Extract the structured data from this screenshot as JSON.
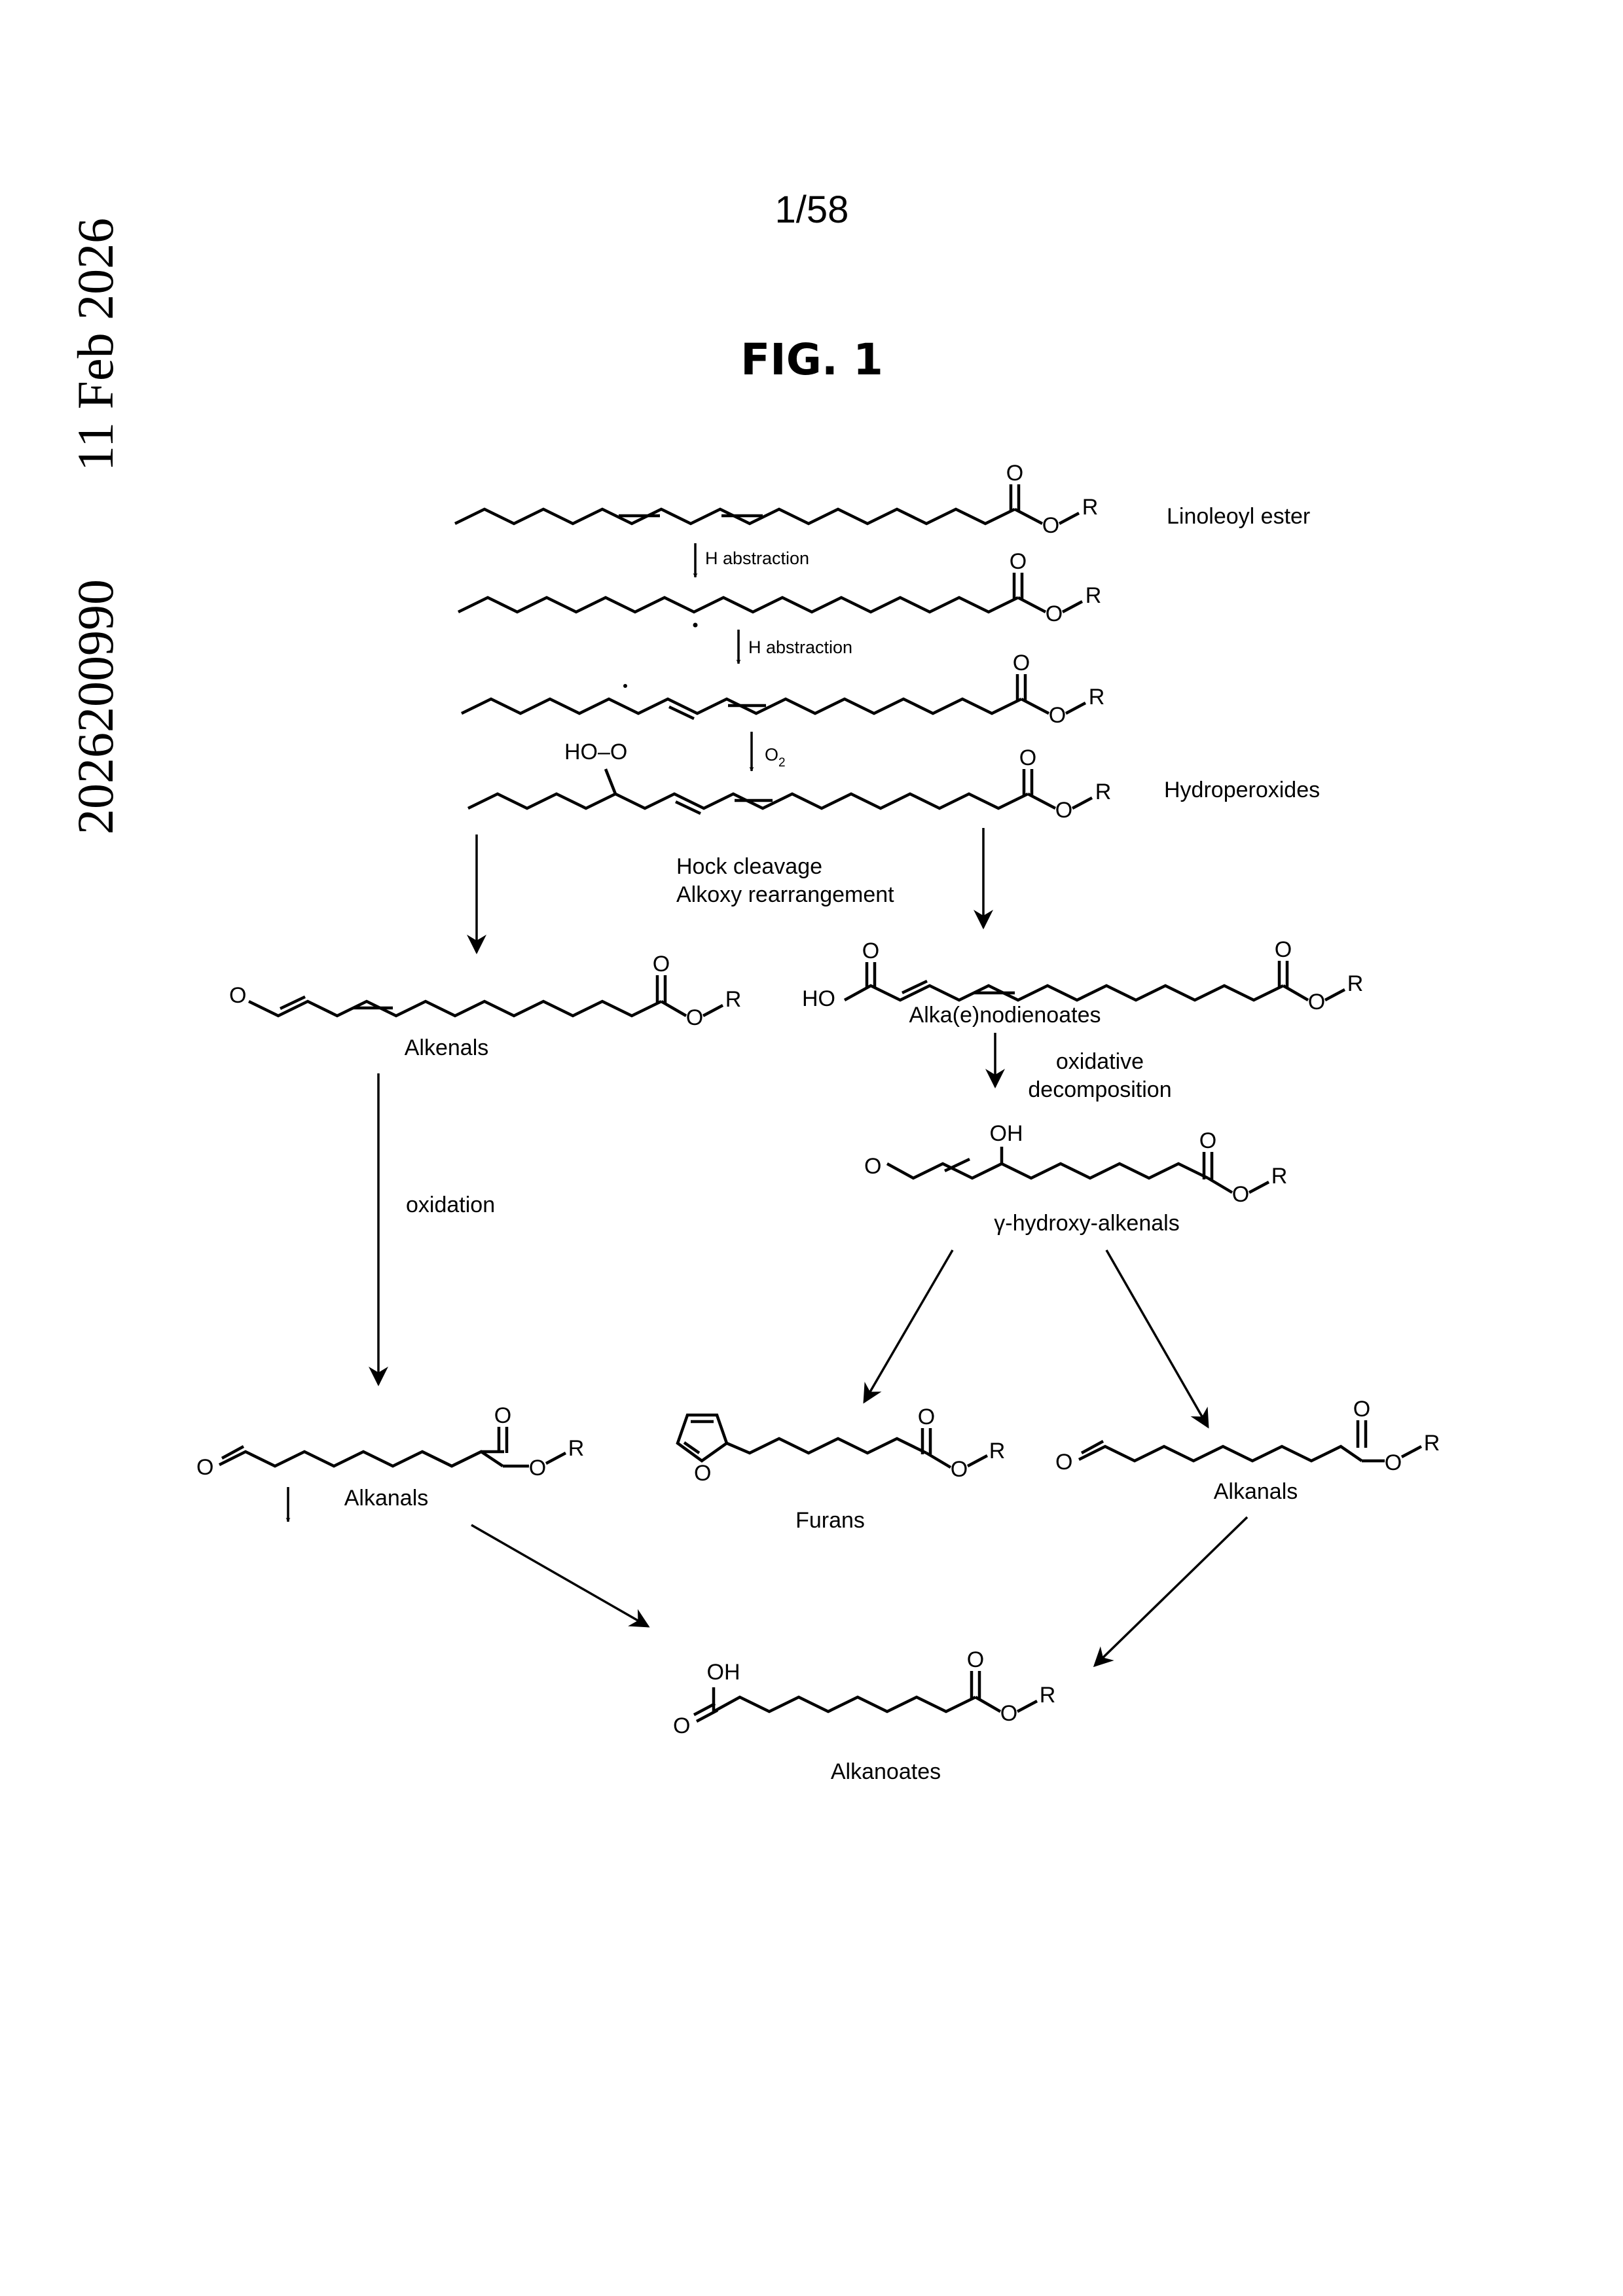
{
  "header": {
    "page_number": "1/58",
    "figure_title": "FIG. 1"
  },
  "side_margin": {
    "date": "11 Feb 2026",
    "document_number": "2026200990"
  },
  "compound_labels": {
    "linoleoyl_ester": "Linoleoyl ester",
    "hydroperoxides": "Hydroperoxides",
    "alkenals": "Alkenals",
    "alkaenodienoates": "Alka(e)nodienoates",
    "hydroxy_alkenals": "γ-hydroxy-alkenals",
    "alkanals_left": "Alkanals",
    "furans": "Furans",
    "alkanals_right": "Alkanals",
    "alkanoates": "Alkanoates"
  },
  "step_labels": {
    "h_abstraction_1": "H abstraction",
    "h_abstraction_2": "H abstraction",
    "o2": "O",
    "o2_subscript": "2",
    "hock_cleavage": "Hock cleavage",
    "alkoxy_rearrangement": "Alkoxy rearrangement",
    "oxidative": "oxidative",
    "decomposition": "decomposition",
    "oxidation": "oxidation"
  },
  "atom_labels": {
    "O": "O",
    "R": "R",
    "HO": "HO",
    "OH": "OH",
    "HO_O": "HO–O"
  }
}
